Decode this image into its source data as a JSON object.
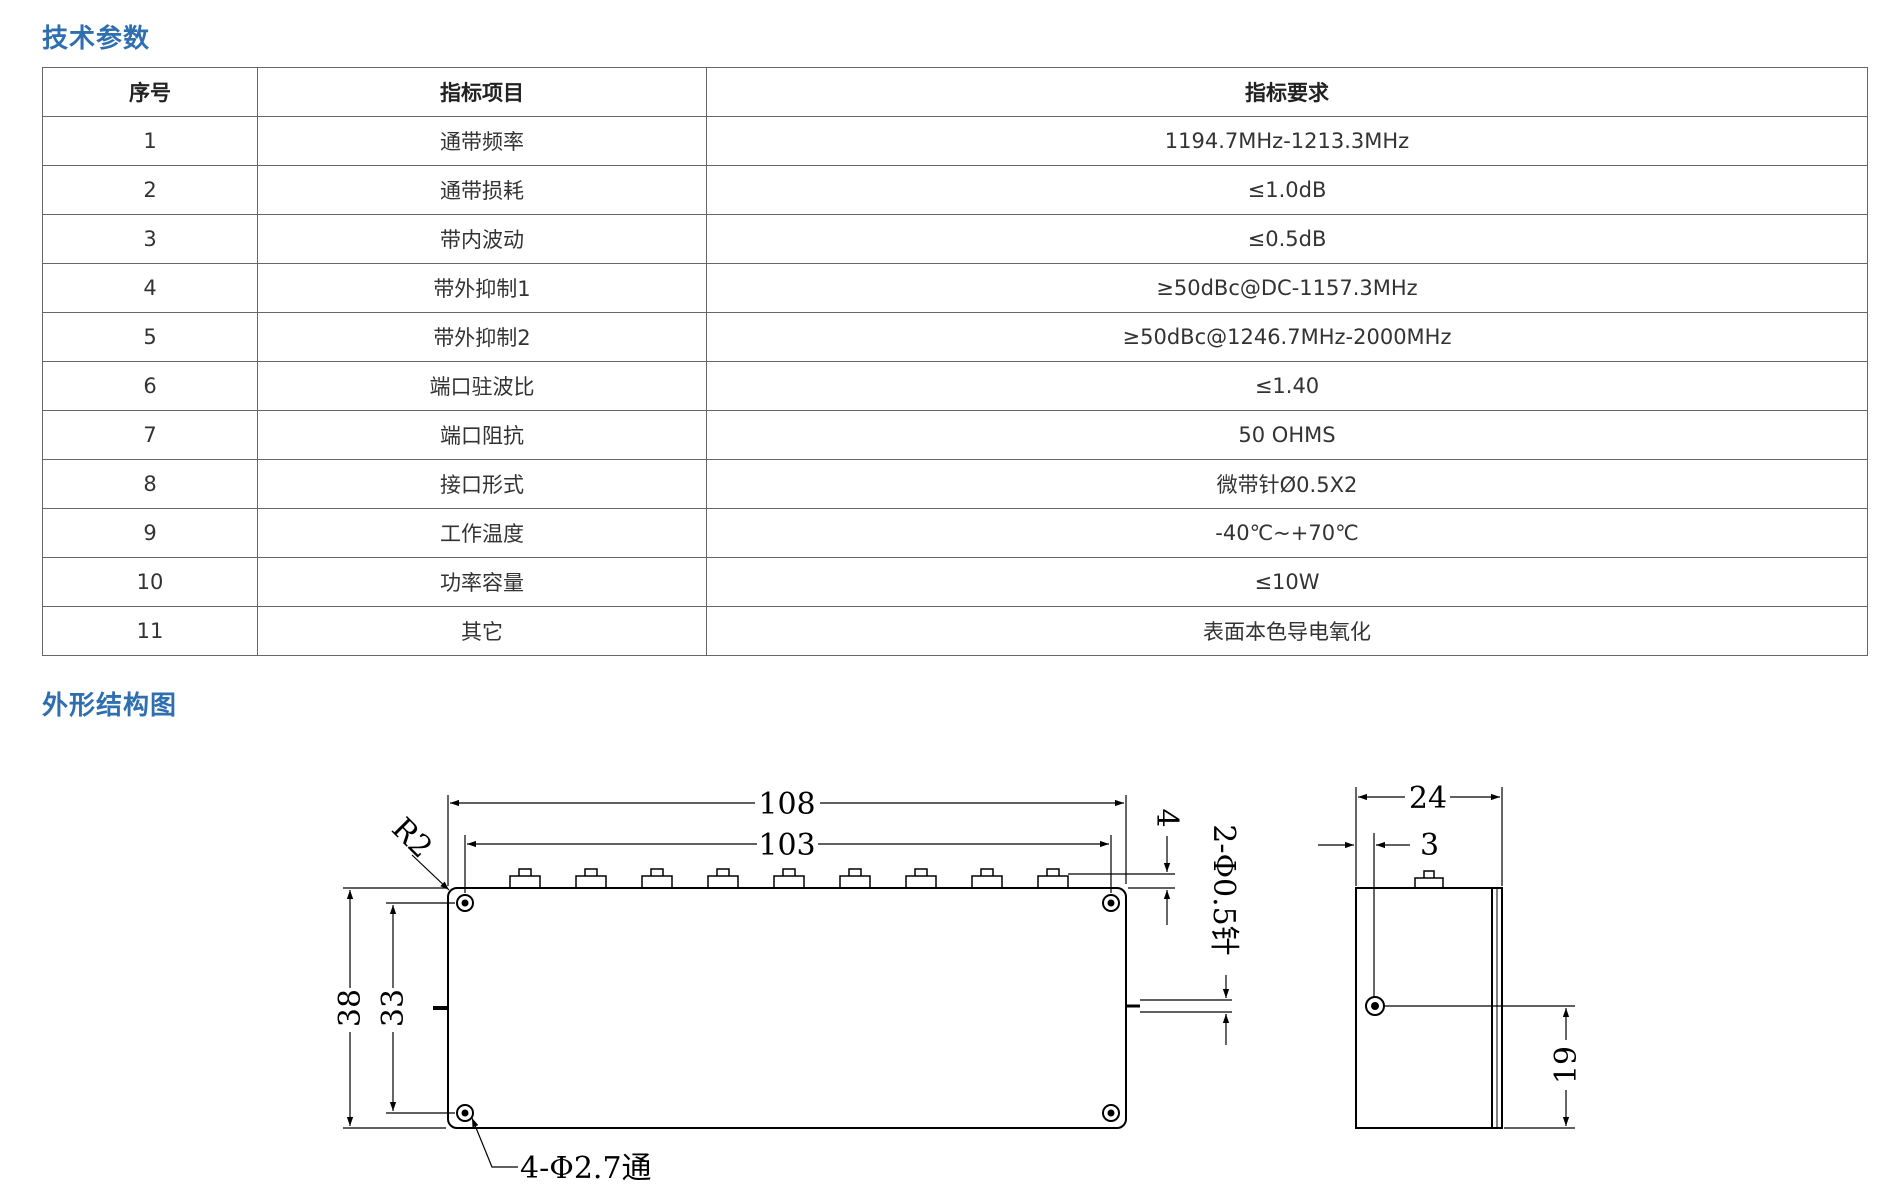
{
  "sections": {
    "specs_title": "技术参数",
    "outline_title": "外形结构图"
  },
  "table": {
    "headers": [
      "序号",
      "指标项目",
      "指标要求"
    ],
    "rows": [
      [
        "1",
        "通带频率",
        "1194.7MHz-1213.3MHz"
      ],
      [
        "2",
        "通带损耗",
        "≤1.0dB"
      ],
      [
        "3",
        "带内波动",
        "≤0.5dB"
      ],
      [
        "4",
        "带外抑制1",
        "≥50dBc@DC-1157.3MHz"
      ],
      [
        "5",
        "带外抑制2",
        "≥50dBc@1246.7MHz-2000MHz"
      ],
      [
        "6",
        "端口驻波比",
        "≤1.40"
      ],
      [
        "7",
        "端口阻抗",
        "50 OHMS"
      ],
      [
        "8",
        "接口形式",
        "微带针Ø0.5X2"
      ],
      [
        "9",
        "工作温度",
        "-40℃~+70℃"
      ],
      [
        "10",
        "功率容量",
        "≤10W"
      ],
      [
        "11",
        "其它",
        "表面本色导电氧化"
      ]
    ]
  },
  "drawing": {
    "dim_length_total": "108",
    "dim_length_holes": "103",
    "dim_pin_height": "4",
    "pin_spec": "2-Φ0.5针",
    "corner_radius": "R2",
    "dim_height_total": "38",
    "dim_height_holes": "33",
    "mount_holes": "4-Φ2.7通",
    "dim_depth": "24",
    "dim_pin_offset": "3",
    "dim_pin_center": "19"
  }
}
